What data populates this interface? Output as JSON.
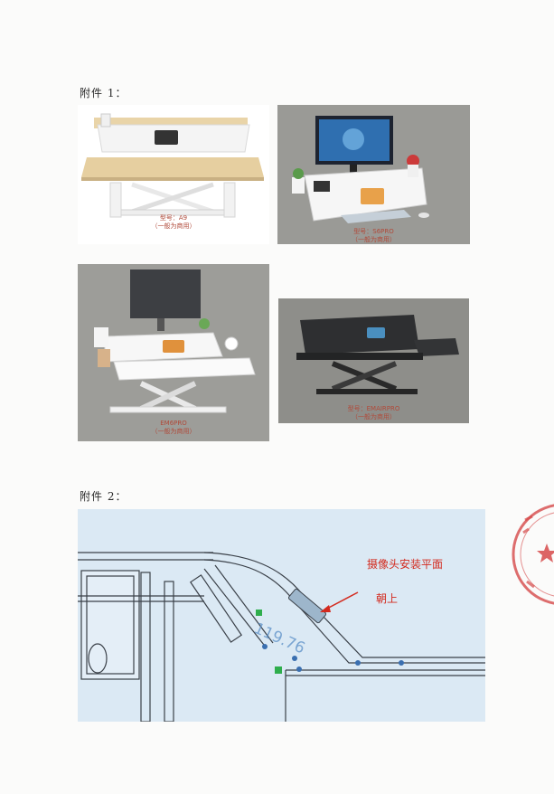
{
  "attachment1": {
    "label": "附件 1："
  },
  "attachment2": {
    "label": "附件 2："
  },
  "products": [
    {
      "model": "型号：A9",
      "note": "（一般为商用）"
    },
    {
      "model": "型号：S6PRO",
      "note": "（一般为商用）"
    },
    {
      "model": "EM6PRO",
      "note": "（一般为商用）"
    },
    {
      "model": "型号：EMAIRPRO",
      "note": "（一般为商用）"
    }
  ],
  "drawing": {
    "annotation_main": "摄像头安装平面",
    "annotation_sub": "朝上",
    "dimension": "119.76"
  },
  "colors": {
    "annotation": "#d32a1e",
    "caption": "#b04a3a",
    "drawing_bg": "#dbe9f4",
    "stamp": "#d64a4a"
  }
}
